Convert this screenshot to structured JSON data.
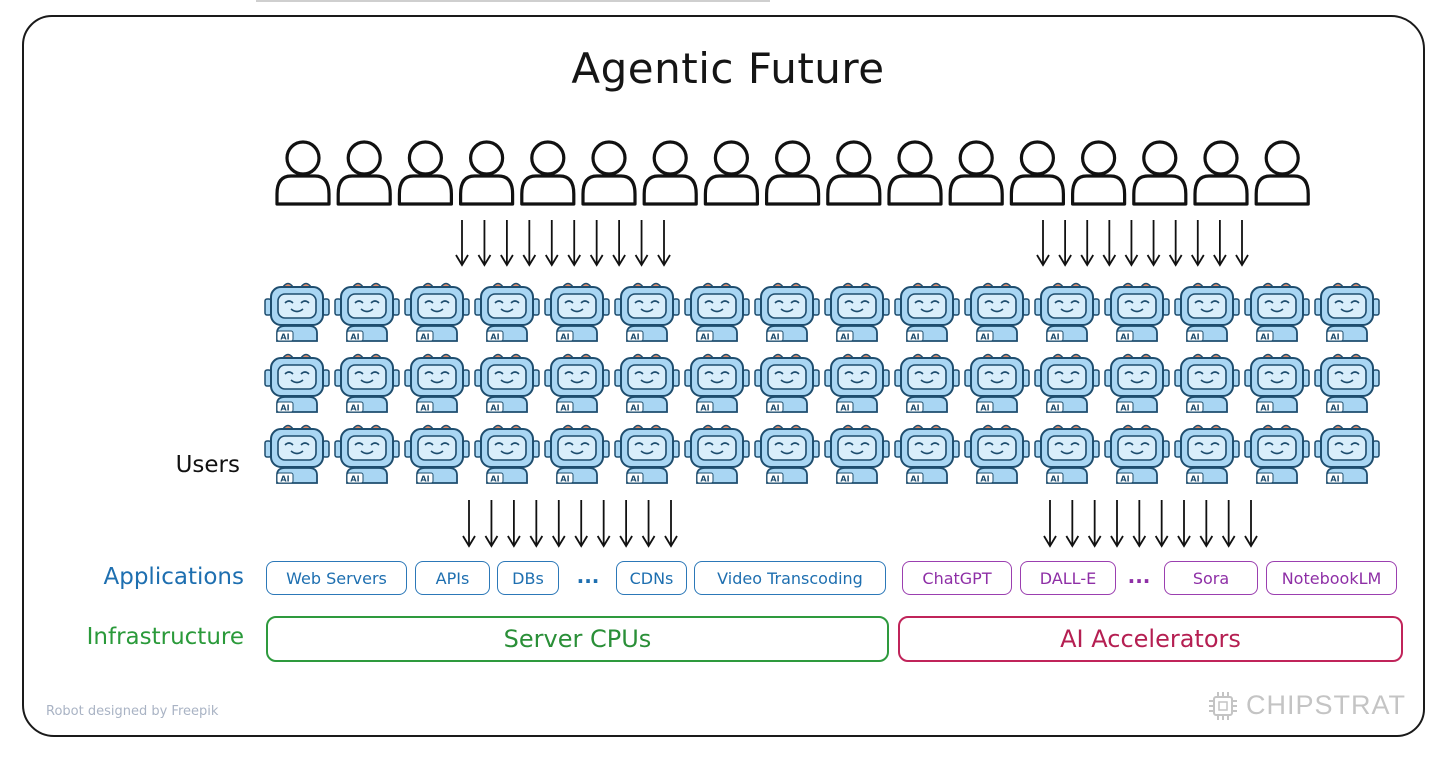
{
  "title": "Agentic Future",
  "labels": {
    "users": "Users",
    "applications": "Applications",
    "infrastructure": "Infrastructure"
  },
  "applications": {
    "cpu_side": [
      "Web Servers",
      "APIs",
      "DBs",
      "...",
      "CDNs",
      "Video Transcoding"
    ],
    "ai_side": [
      "ChatGPT",
      "DALL-E",
      "...",
      "Sora",
      "NotebookLM"
    ]
  },
  "infrastructure": {
    "cpu": "Server CPUs",
    "ai": "AI Accelerators"
  },
  "robot_badge": "AI",
  "credit": "Robot designed by Freepik",
  "brand": "CHIPSTRAT",
  "counts": {
    "people": 17,
    "robot_rows": 3,
    "robots_per_row": 16
  },
  "colors": {
    "robot_fill": "#a9d6f3",
    "robot_dark": "#1e4d6e",
    "applications_label": "#1e6fb0",
    "infrastructure_label": "#2a9a3a",
    "cpu_border": "#2e9a3e",
    "ai_border": "#c0245a",
    "ai_app_border": "#9b3fb0"
  }
}
